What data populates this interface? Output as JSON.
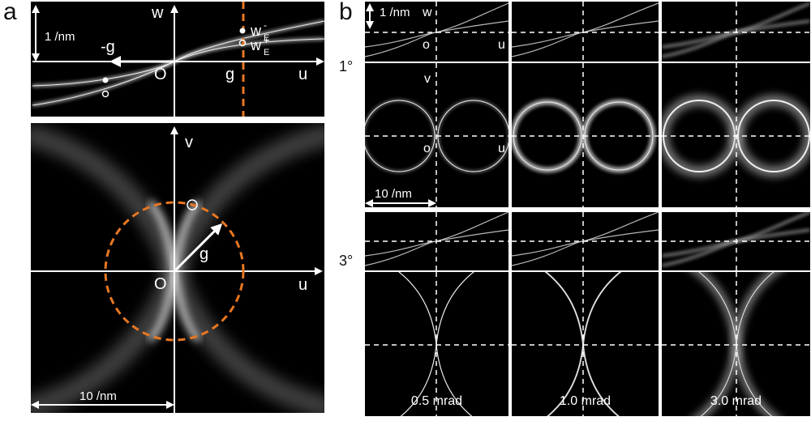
{
  "panel_a": {
    "letter": "a",
    "top": {
      "scale_label": "1 /nm",
      "w_axis": "w",
      "u_axis": "u",
      "origin": "O",
      "g": "g",
      "neg_g": "-g",
      "w_minus": "w",
      "w_minus_sub": "E",
      "w_minus_sup": "-",
      "w_plus": "w",
      "w_plus_sub": "E",
      "w_plus_sup": "+"
    },
    "bottom": {
      "v_axis": "v",
      "u_axis": "u",
      "origin": "O",
      "g": "g",
      "scale_label": "10 /nm"
    },
    "colors": {
      "dashed_circle": "#e87722",
      "background": "#000000",
      "axes": "#ffffff"
    }
  },
  "panel_b": {
    "letter": "b",
    "row1_label": "1°",
    "row2_label": "3°",
    "top_labels": {
      "w": "w",
      "o": "o",
      "u": "u",
      "scale": "1 /nm"
    },
    "mid_labels": {
      "v": "v",
      "o": "o",
      "u": "u",
      "scale": "10 /nm"
    },
    "columns": [
      "0.5 mrad",
      "1.0 mrad",
      "3.0 mrad"
    ]
  }
}
